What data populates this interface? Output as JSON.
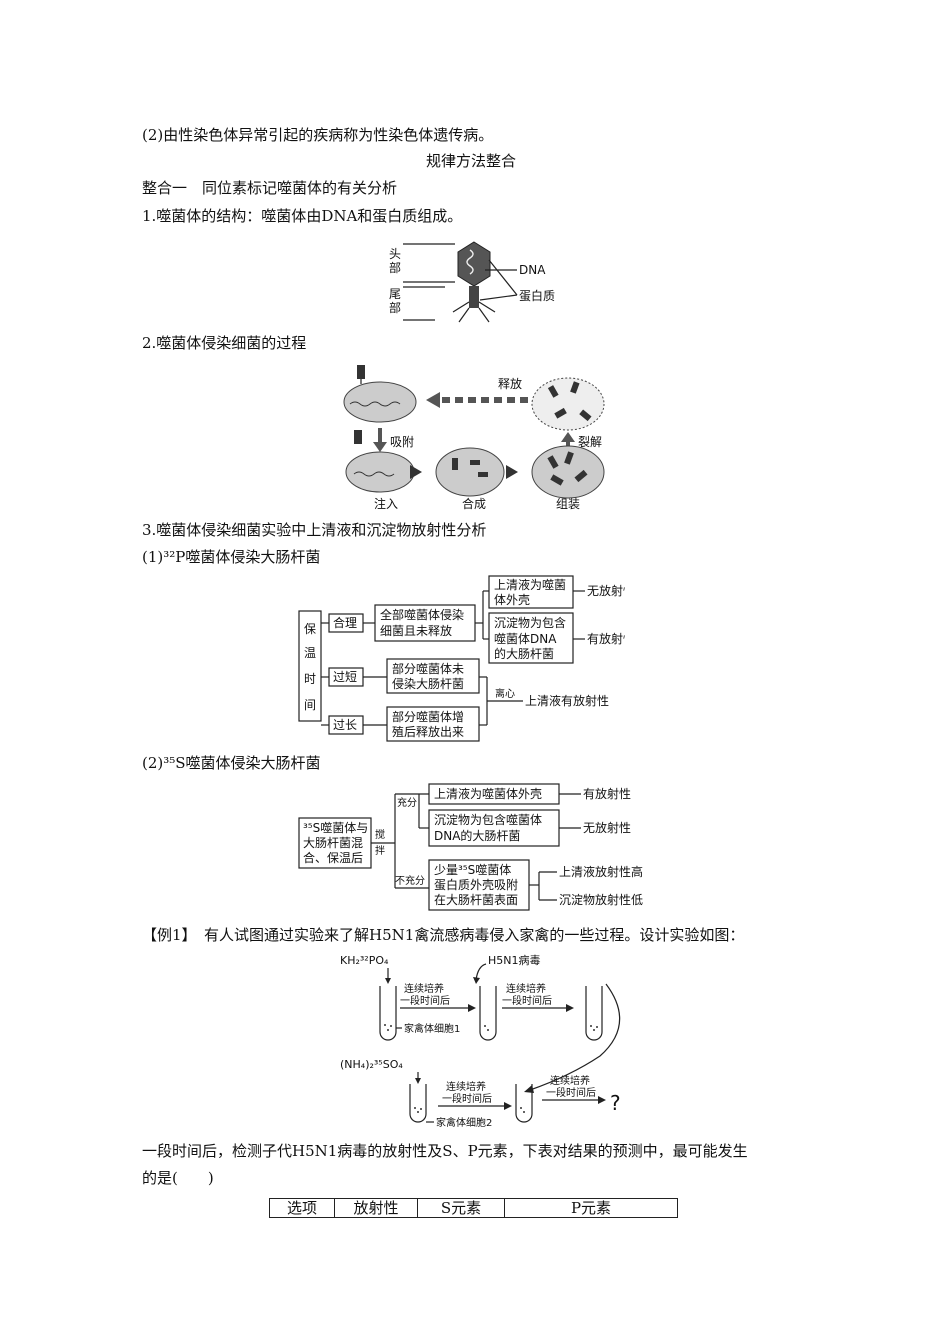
{
  "lines": {
    "l1": "(2)由性染色体异常引起的疾病称为性染色体遗传病。",
    "heading": "规律方法整合",
    "section1": "整合一　同位素标记噬菌体的有关分析",
    "p1": "1.噬菌体的结构：噬菌体由DNA和蛋白质组成。",
    "p2": "2.噬菌体侵染细菌的过程",
    "p3": "3.噬菌体侵染细菌实验中上清液和沉淀物放射性分析",
    "p3a": "(1)³²P噬菌体侵染大肠杆菌",
    "p3b": "(2)³⁵S噬菌体侵染大肠杆菌",
    "example": "【例1】　有人试图通过实验来了解H5N1禽流感病毒侵入家禽的一些过程。设计实验如图：",
    "q1": "一段时间后，检测子代H5N1病毒的放射性及S、P元素，下表对结果的预测中，最可能发生",
    "q2": "的是(　　)"
  },
  "fig1": {
    "head_label": "头部",
    "tail_label": "尾部",
    "dna": "DNA",
    "protein": "蛋白质"
  },
  "fig2": {
    "release": "释放",
    "adsorb": "吸附",
    "lysis": "裂解",
    "inject": "注入",
    "synth": "合成",
    "assemble": "组装"
  },
  "fig3": {
    "time": [
      "保",
      "温",
      "时",
      "间"
    ],
    "ok": "合理",
    "short": "过短",
    "long": "过长",
    "b_all1": "全部噬菌体侵染",
    "b_all2": "细菌且未释放",
    "b_sup1": "上清液为噬菌",
    "b_sup2": "体外壳",
    "r_none": "无放射性",
    "b_sed1": "沉淀物为包含",
    "b_sed2": "噬菌体DNA",
    "b_sed3": "的大肠杆菌",
    "r_has": "有放射性",
    "b_part1": "部分噬菌体未",
    "b_part2": "侵染大肠杆菌",
    "centrifuge": "离心",
    "r_sup": "上清液有放射性",
    "b_rel1": "部分噬菌体增",
    "b_rel2": "殖后释放出来"
  },
  "fig4": {
    "left1": "³⁵S噬菌体与",
    "left2": "大肠杆菌混",
    "left3": "合、保温后",
    "stir1": "搅",
    "stir2": "拌",
    "full": "充分",
    "notfull": "不充分",
    "b1": "上清液为噬菌体外壳",
    "r1": "有放射性",
    "b2a": "沉淀物为包含噬菌体",
    "b2b": "DNA的大肠杆菌",
    "r2": "无放射性",
    "b3a": "少量³⁵S噬菌体",
    "b3b": "蛋白质外壳吸附",
    "b3c": "在大肠杆菌表面",
    "r3": "上清液放射性高",
    "r4": "沉淀物放射性低"
  },
  "fig5": {
    "kh2po4": "KH₂³²PO₄",
    "virus": "H5N1病毒",
    "culture": "连续培养",
    "period": "一段时间后",
    "cell1": "家禽体细胞1",
    "nh4so4": "(NH₄)₂³⁵SO₄",
    "cell2": "家禽体细胞2",
    "question": "?"
  },
  "table": {
    "headers": [
      "选项",
      "放射性",
      "S元素",
      "P元素"
    ]
  }
}
